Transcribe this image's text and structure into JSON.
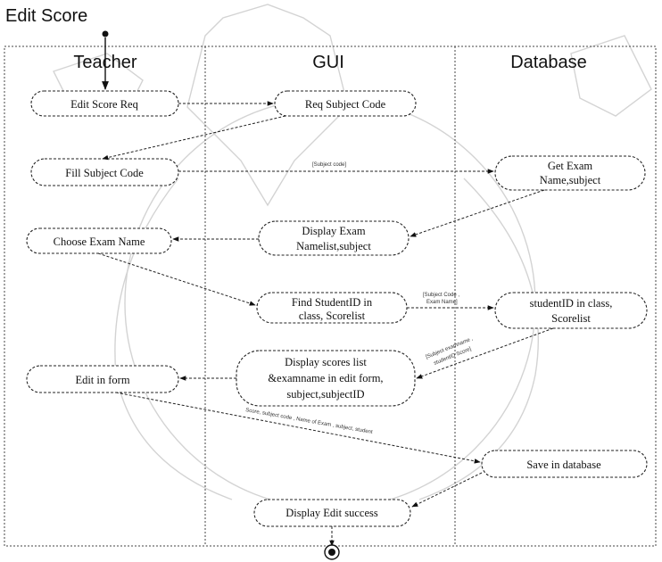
{
  "title": "Edit Score",
  "lanes": [
    "Teacher",
    "GUI",
    "Database"
  ],
  "nodes": {
    "edit_score_req": [
      "Edit Score Req"
    ],
    "req_subject_code": [
      "Req Subject Code"
    ],
    "fill_subject_code": [
      "Fill Subject Code"
    ],
    "get_exam": [
      "Get Exam",
      "Name,subject"
    ],
    "display_exam": [
      "Display Exam",
      "Namelist,subject"
    ],
    "choose_exam": [
      "Choose Exam Name"
    ],
    "find_student": [
      "Find StudentID in",
      "class, Scorelist"
    ],
    "student_in_class": [
      "studentID in class,",
      "Scorelist"
    ],
    "display_scores": [
      "Display  scores list",
      "&examname in edit form,",
      "subject,subjectID"
    ],
    "edit_in_form": [
      "Edit  in form"
    ],
    "save_db": [
      "Save in database"
    ],
    "display_success": [
      "Display Edit success"
    ]
  },
  "flow_labels": {
    "subject_code": "[Subject code]",
    "subject_exam_1": "[Subject Code ,",
    "subject_exam_2": "Exam Name]",
    "return_1": "[Subject examname ,",
    "return_2": "studentID Score]",
    "save_flow": "Score, subject code , Name of Exam , subject, student"
  }
}
